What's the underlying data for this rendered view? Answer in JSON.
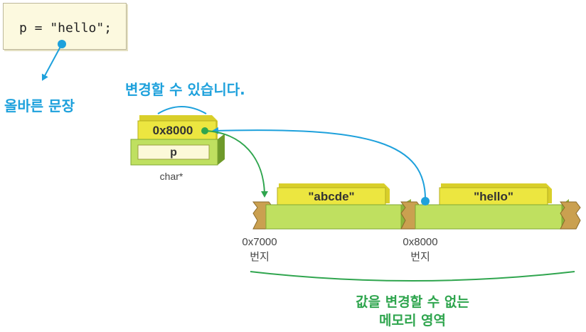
{
  "code": {
    "statement": "p = \"hello\";"
  },
  "labels": {
    "correct_statement": "올바른 문장",
    "can_change": "변경할 수 있습니다.",
    "pointer_type": "char*",
    "readonly_area_line1": "값을 변경할 수 없는",
    "readonly_area_line2": "메모리 영역"
  },
  "pointer_var": {
    "name": "p",
    "value": "0x8000"
  },
  "memory_cells": [
    {
      "content": "\"abcde\"",
      "address": "0x7000",
      "address_unit": "번지"
    },
    {
      "content": "\"hello\"",
      "address": "0x8000",
      "address_unit": "번지"
    }
  ],
  "colors": {
    "blue": "#1ea1dc",
    "green": "#2fa54e",
    "box_yellow": "#e8e23a",
    "box_green": "#b9dc55",
    "wood": "#c79a4a"
  }
}
